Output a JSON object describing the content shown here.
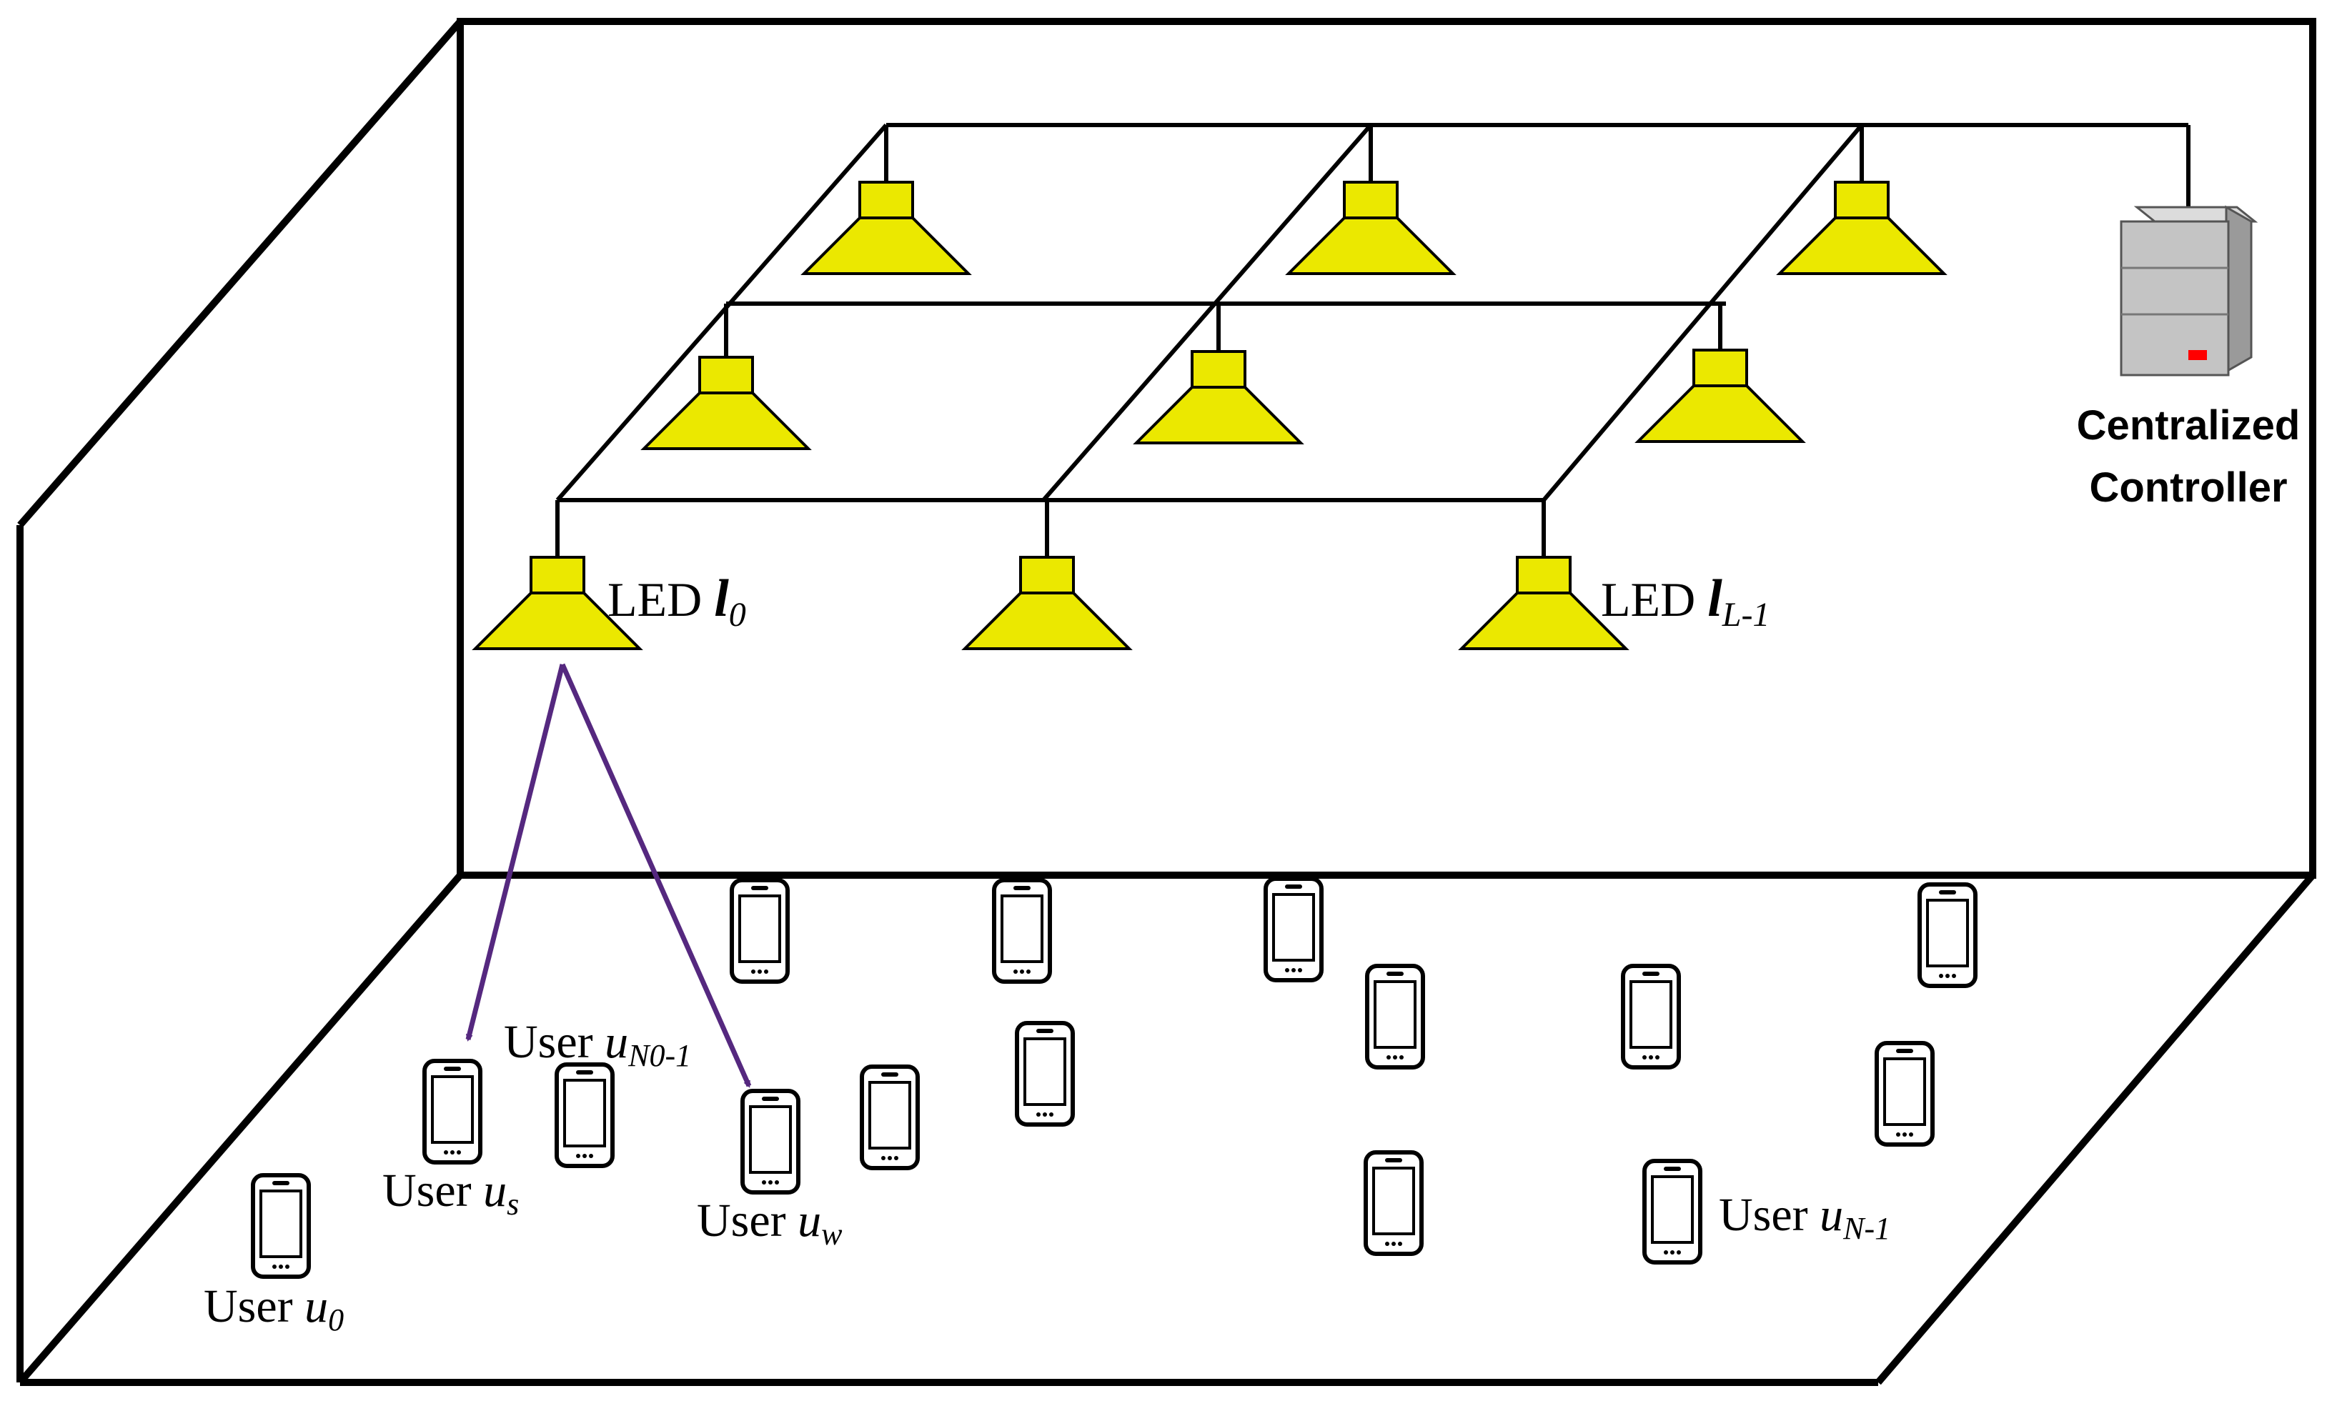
{
  "colors": {
    "stroke": "#000000",
    "led_fill": "#ebe800",
    "arrow": "#55287f",
    "controller_body": "#c4c4c4",
    "controller_indicator": "#ff0000"
  },
  "controller": {
    "label_line1": "Centralized",
    "label_line2": "Controller",
    "icon": "server-icon"
  },
  "leds": {
    "icon": "led-lamp-icon",
    "labels": [
      {
        "prefix": "LED ",
        "symbol": "l",
        "sub": "0"
      },
      {
        "prefix": "LED ",
        "symbol": "l",
        "sub": "L-1"
      }
    ]
  },
  "users": {
    "icon": "smartphone-icon",
    "labels": [
      {
        "prefix": "User ",
        "symbol": "u",
        "sub": "0"
      },
      {
        "prefix": "User ",
        "symbol": "u",
        "sub": "s"
      },
      {
        "prefix": "User ",
        "symbol": "u",
        "sub": "N0-1"
      },
      {
        "prefix": "User ",
        "symbol": "u",
        "sub": "w"
      },
      {
        "prefix": "User ",
        "symbol": "u",
        "sub": "N-1"
      }
    ]
  }
}
